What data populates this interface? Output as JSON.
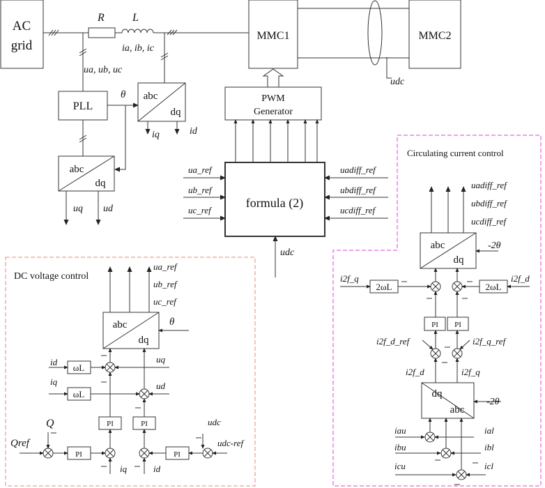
{
  "blocks": {
    "ac_grid_1": "AC",
    "ac_grid_2": "grid",
    "mmc1": "MMC1",
    "mmc2": "MMC2",
    "pll": "PLL",
    "pwm_1": "PWM",
    "pwm_2": "Generator",
    "formula": "formula (2)",
    "abc": "abc",
    "dq": "dq",
    "pi": "PI",
    "omega_l": "ωL",
    "two_omega_l": "2ωL"
  },
  "labels": {
    "R": "R",
    "L": "L",
    "iabc": "ia, ib, ic",
    "uabc": "ua, ub, uc",
    "theta": "θ",
    "udc": "udc",
    "iq": "iq",
    "id": "id",
    "uq": "uq",
    "ud": "ud",
    "ua_ref": "ua_ref",
    "ub_ref": "ub_ref",
    "uc_ref": "uc_ref",
    "uadiff_ref": "uadiff_ref",
    "ubdiff_ref": "ubdiff_ref",
    "ucdiff_ref": "ucdiff_ref",
    "Q": "Q",
    "Qref": "Qref",
    "udc_ref": "udc-ref",
    "neg_2theta": "-2θ",
    "i2f_q": "i2f_q",
    "i2f_d": "i2f_d",
    "i2f_d_ref": "i2f_d_ref",
    "i2f_q_ref": "i2f_q_ref",
    "iau": "iau",
    "ial": "ial",
    "ibu": "ibu",
    "ibl": "ibl",
    "icu": "icu",
    "icl": "icl"
  },
  "panels": {
    "dc_title": "DC voltage control",
    "cc_title": "Circulating current control"
  },
  "colors": {
    "dc_border": "#e8887a",
    "cc_border": "#e040e0"
  }
}
